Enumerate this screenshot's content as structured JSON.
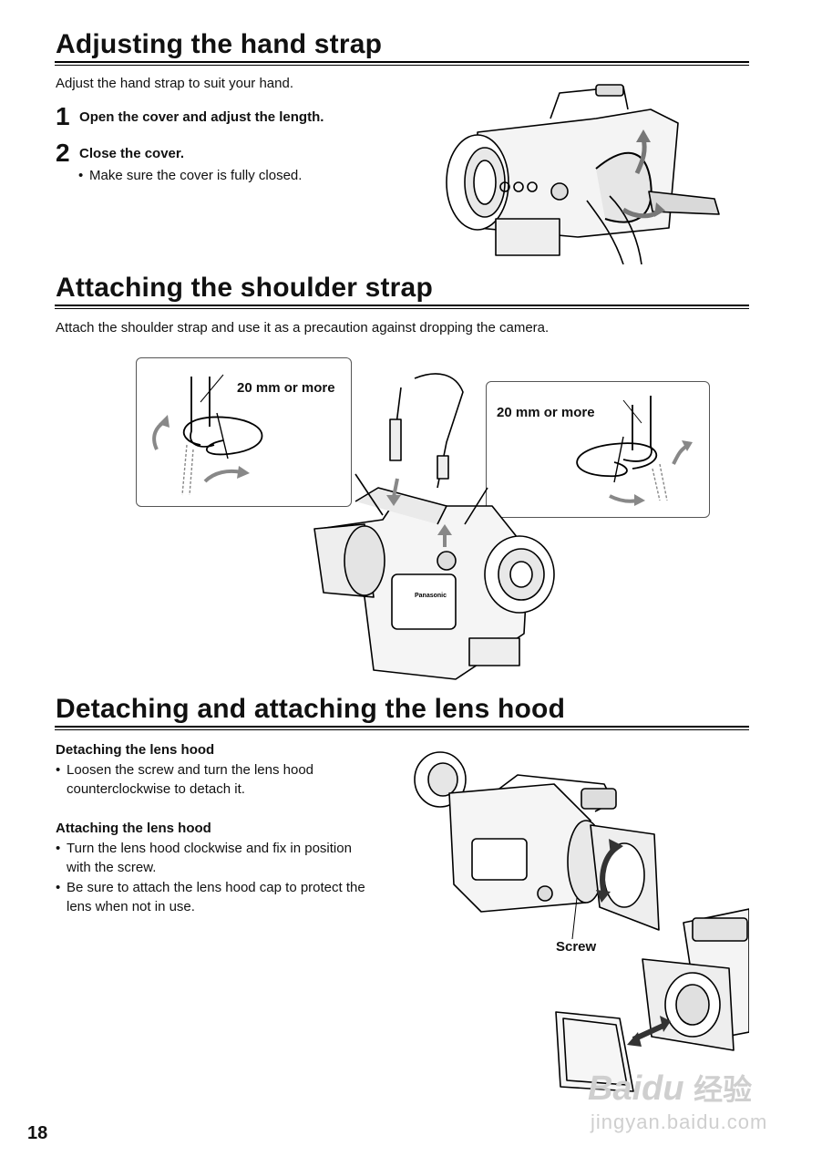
{
  "section1": {
    "title": "Adjusting the hand strap",
    "intro": "Adjust the hand strap to suit your hand.",
    "steps": [
      {
        "num": "1",
        "text": "Open the cover and adjust the length."
      },
      {
        "num": "2",
        "text": "Close the cover."
      }
    ],
    "step2_bullet": "Make sure the cover is fully closed."
  },
  "section2": {
    "title": "Attaching the shoulder strap",
    "intro": "Attach the shoulder strap and use it as a precaution against dropping the camera.",
    "left_callout_label": "20 mm or more",
    "right_callout_label": "20 mm or more"
  },
  "section3": {
    "title": "Detaching and attaching the lens hood",
    "detach_heading": "Detaching the lens hood",
    "detach_bullets": [
      "Loosen the screw and turn the lens hood",
      "counterclockwise to detach it."
    ],
    "attach_heading": "Attaching the lens hood",
    "attach_bullet1": [
      "Turn the lens hood clockwise and fix in position",
      "with the screw."
    ],
    "attach_bullet2": [
      "Be sure to attach the lens hood cap to protect the",
      "lens when not in use."
    ],
    "screw_label": "Screw"
  },
  "page_number": "18",
  "watermark": {
    "brand": "Baidu",
    "cn": "经验",
    "url": "jingyan.baidu.com"
  }
}
